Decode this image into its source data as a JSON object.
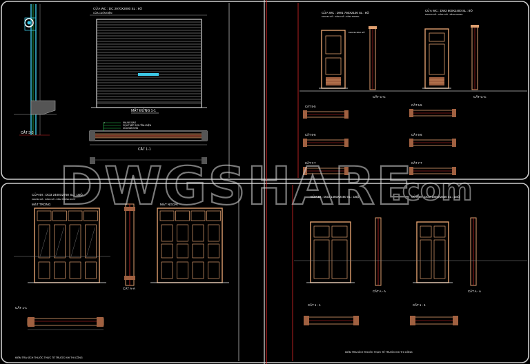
{
  "watermark": {
    "main": "DWGSHARE",
    "suffix": ".com"
  },
  "panel_tl": {
    "title": "CỬA WC : DC 2970X2000 SL : 8Ô",
    "subtitle": "CỬA CUỐN ĐIỆN",
    "elev_caption": "MẶT ĐỨNG 1-1",
    "section_33": "CẮT 3-3",
    "section_11": "CẮT 1-1",
    "notes": [
      "KHUNG BAO",
      "CỬA THÉP SƠN TĨNH ĐIỆN",
      "CỬA SÀN NHÀ"
    ]
  },
  "panel_tr": {
    "title_a": "CỬA WC : DW1 750X2100 SL : 8Ô",
    "title_b": "CỬA WC : DW2 800X2400 SL : 8Ô",
    "sub": "KHUNG GỖ - CÁNH GỖ - KÍNH TRONG",
    "cut_cc": "CẮT C-C",
    "cuts": [
      "CẮT 5-5",
      "CẮT 6-6",
      "CẮT 7-7"
    ],
    "note": "KHUNG BAO GỖ"
  },
  "panel_bl": {
    "title": "CỬA ĐI : DO3 2400X2750 SL : 1BỘ",
    "subtitle": "KHUNG GỖ - CÁNH GỖ - KÍNH TRONG SUỐT",
    "face_in": "MẶT TRONG",
    "face_out": "MẶT NGOÀI",
    "cut_aa": "CẮT A-A",
    "cut_11": "CẮT 1-1",
    "note": "KIỂM TRA KÍCH THƯỚC THỰC TẾ TRƯỚC KHI THI CÔNG"
  },
  "panel_br": {
    "title_a": "CỬA ĐI : DO2 1450X2450 SL : 1BỘ",
    "title_b": "CỬA ĐI : DO3 1050X2450 SL : 1BỘ",
    "cut_aa": "CẮT A - A",
    "cut_11": "CẮT 1 - 1",
    "note": "KIỂM TRA KÍCH THƯỚC THỰC TẾ TRƯỚC KHI THI CÔNG"
  },
  "colors": {
    "background": "#000000",
    "frame": "#ffffff",
    "wood": "#e0a070",
    "accent_red": "#e02828",
    "cyan": "#3cc8e6",
    "green": "#28c850"
  }
}
